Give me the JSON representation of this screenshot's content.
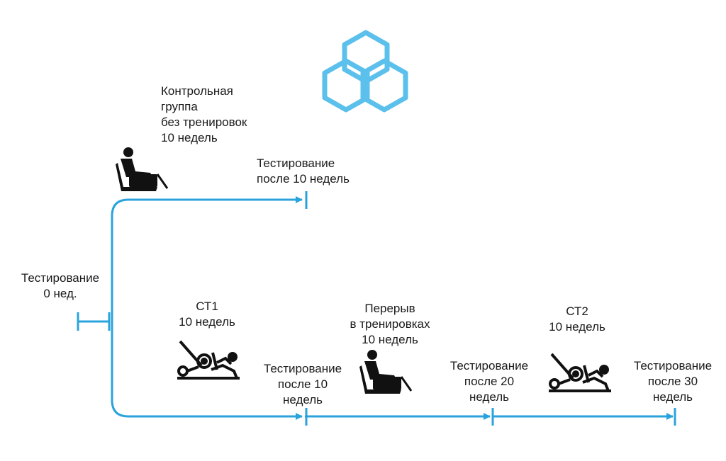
{
  "colors": {
    "line": "#2aa3dc",
    "logo": "#5bc0eb",
    "icon": "#111111",
    "text": "#1a1a1a"
  },
  "icons": [
    "hexagon-logo-icon",
    "reclining-person-icon",
    "leg-press-machine-icon"
  ],
  "labels": {
    "control_group": "Контрольная\nгруппа\nбез тренировок\n10 недель",
    "control_test": "Тестирование\nпосле 10 недель",
    "baseline_test": "Тестирование\n0 нед.",
    "st1": "СТ1\n10 недель",
    "test_after_10": "Тестирование\nпосле 10\nнедель",
    "break": "Перерыв\nв тренировках\n10 недель",
    "test_after_20": "Тестирование\nпосле 20\nнедель",
    "st2": "СТ2\n10 недель",
    "test_after_30": "Тестирование\nпосле 30\nнедель"
  }
}
